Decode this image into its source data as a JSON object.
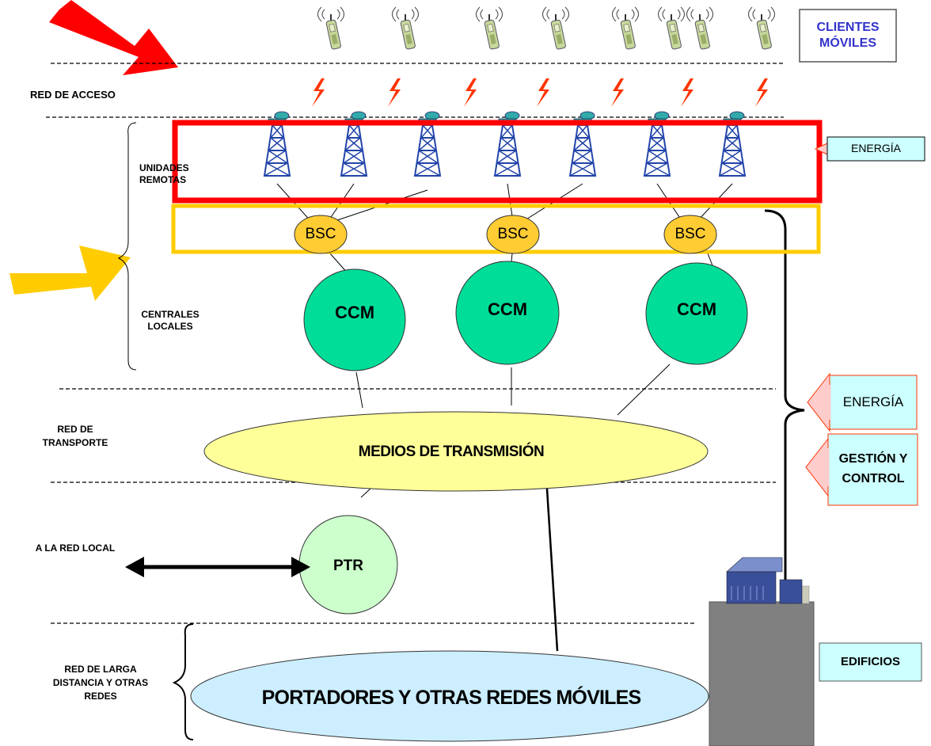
{
  "sections": {
    "red_acceso": "RED DE ACCESO",
    "unidades_remotas": "UNIDADES REMOTAS",
    "centrales_locales": "CENTRALES LOCALES",
    "red_transporte": "RED DE TRANSPORTE",
    "a_la_red_local": "A LA RED LOCAL",
    "red_larga_distancia": "RED DE LARGA DISTANCIA Y OTRAS REDES"
  },
  "nodes": {
    "bsc": [
      "BSC",
      "BSC",
      "BSC"
    ],
    "ccm": [
      "CCM",
      "CCM",
      "CCM"
    ],
    "medios": "MEDIOS DE TRANSMISIÓN",
    "ptr": "PTR",
    "portadores": "PORTADORES Y OTRAS  REDES MÓVILES"
  },
  "side_boxes": {
    "clientes": "CLIENTES MÓVILES",
    "energia_1": "ENERGÍA",
    "energia_2": "ENERGÍA",
    "gestion": "GESTIÓN Y CONTROL",
    "edificios": "EDIFICIOS"
  },
  "colors": {
    "red_frame": "#ff0000",
    "yellow_frame": "#ffcc00",
    "bsc_fill": "#ffcc33",
    "ccm_fill": "#00dd99",
    "medios_fill": "#ffff99",
    "ptr_fill": "#ccffcc",
    "portadores_fill": "#cceeff",
    "energia_fill": "#ccffff",
    "clientes_text": "#3333cc",
    "tower_blue": "#2244aa",
    "building_gray": "#808080"
  }
}
